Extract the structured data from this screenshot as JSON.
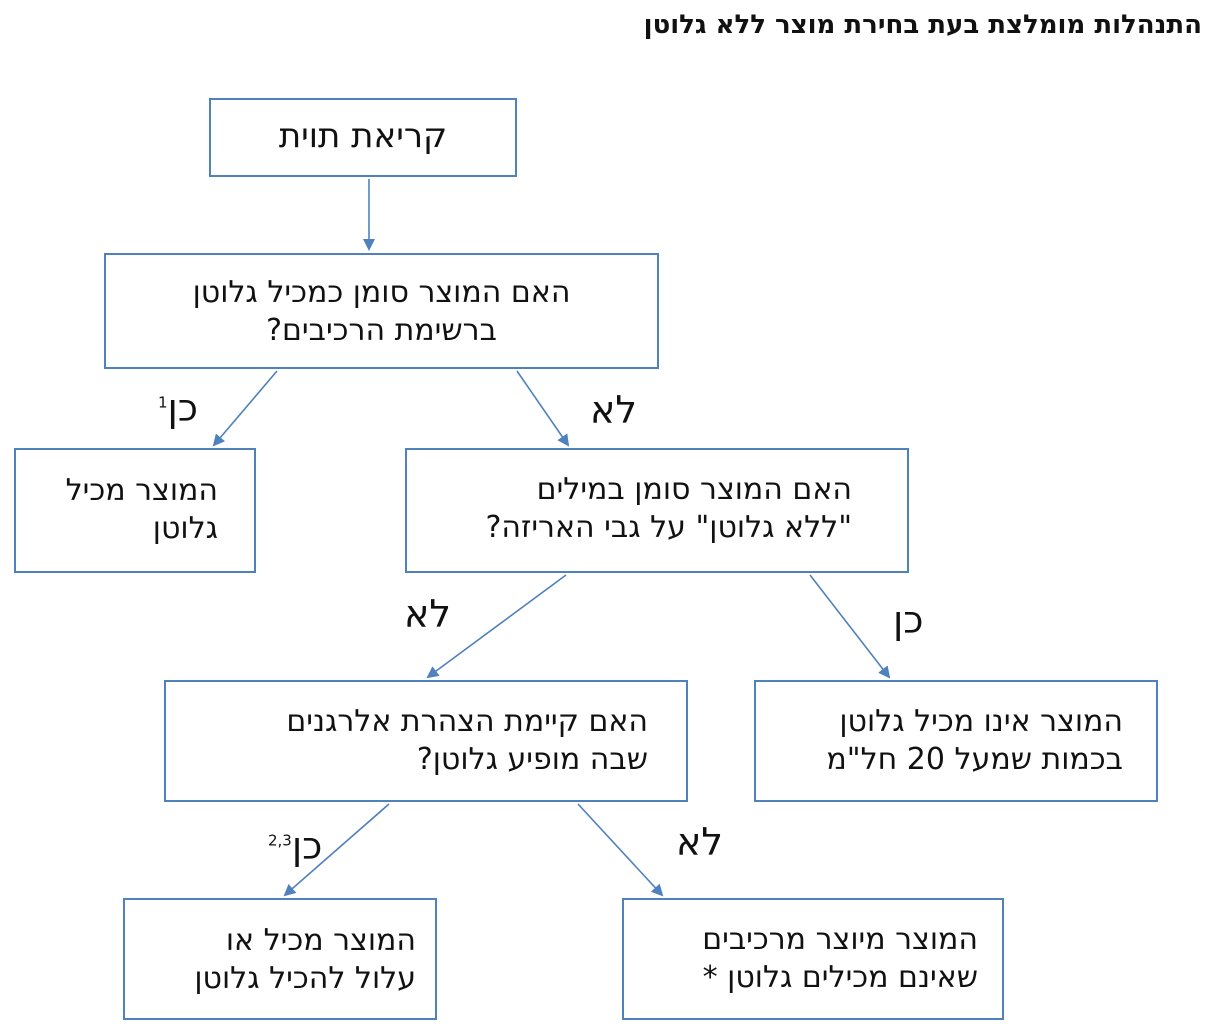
{
  "title": "התנהלות מומלצת בעת בחירת מוצר ללא גלוטן",
  "nodes": {
    "read_label": "קריאת תוית",
    "q_ingredients": {
      "line1": "האם המוצר סומן כמכיל גלוטן",
      "line2": "ברשימת הרכיבים?"
    },
    "contains_gluten": {
      "line1": "המוצר מכיל",
      "line2": "גלוטן"
    },
    "q_gluten_free_label": {
      "line1": "האם המוצר סומן במילים",
      "line2": "\"ללא גלוטן\" על גבי האריזה?"
    },
    "q_allergen_statement": {
      "line1": "האם קיימת הצהרת אלרגנים",
      "line2": "שבה מופיע גלוטן?"
    },
    "gluten_free_result": {
      "line1": "המוצר אינו מכיל גלוטן",
      "line2": "בכמות שמעל 20 חל\"מ"
    },
    "may_contain": {
      "line1": "המוצר מכיל או",
      "line2": "עלול להכיל גלוטן"
    },
    "non_containing_ingredients": {
      "line1": "המוצר מיוצר מרכיבים",
      "line2": "שאינם מכילים גלוטן *"
    }
  },
  "edge_labels": {
    "yes_1": "כן",
    "yes_1_note": "1",
    "no_1": "לא",
    "no_2": "לא",
    "yes_2": "כן",
    "yes_3": "כן",
    "yes_3_note": "2,3",
    "no_3": "לא"
  },
  "colors": {
    "box_border": "#4f81bd",
    "arrow": "#4f81bd",
    "text": "#111111"
  }
}
